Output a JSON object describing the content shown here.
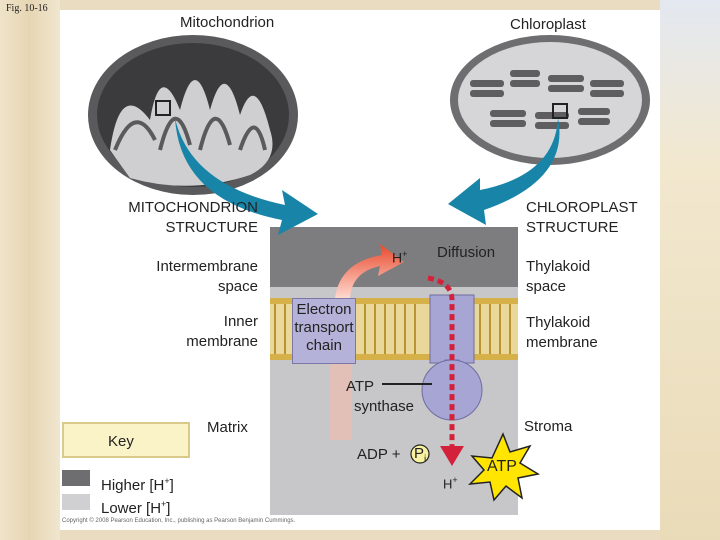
{
  "figure": {
    "fig_label": "Fig. 10-16",
    "copyright": "Copyright © 2008 Pearson Education, Inc., publishing as Pearson Benjamin Cummings."
  },
  "top": {
    "mitochondrion_title": "Mitochondrion",
    "chloroplast_title": "Chloroplast"
  },
  "left": {
    "mito_structure_line1": "MITOCHONDRION",
    "mito_structure_line2": "STRUCTURE",
    "intermembrane_line1": "Intermembrane",
    "intermembrane_line2": "space",
    "inner_line1": "Inner",
    "inner_line2": "membrane",
    "matrix": "Matrix"
  },
  "right": {
    "chloro_structure_line1": "CHLOROPLAST",
    "chloro_structure_line2": "STRUCTURE",
    "thylakoid_space_line1": "Thylakoid",
    "thylakoid_space_line2": "space",
    "thylakoid_membrane_line1": "Thylakoid",
    "thylakoid_membrane_line2": "membrane",
    "stroma": "Stroma"
  },
  "center": {
    "h_plus_top": "H",
    "h_plus_top_sup": "+",
    "diffusion": "Diffusion",
    "etc_line1": "Electron",
    "etc_line2": "transport",
    "etc_line3": "chain",
    "atp_synthase_line1": "ATP",
    "atp_synthase_line2": "synthase",
    "adp": "ADP +",
    "pi": "P",
    "pi_sub": "i",
    "h_plus_bottom": "H",
    "h_plus_bottom_sup": "+",
    "atp": "ATP"
  },
  "key": {
    "title": "Key",
    "higher": "Higher [H",
    "higher_sup": "+",
    "higher_close": "]",
    "lower": "Lower [H",
    "lower_sup": "+",
    "lower_close": "]"
  },
  "colors": {
    "higher_h": "#6e6e70",
    "lower_h": "#d0d0d2",
    "arrow_blue": "#1784a8",
    "red_arrow": "#e8492c",
    "atp_burst": "#ffe500"
  }
}
